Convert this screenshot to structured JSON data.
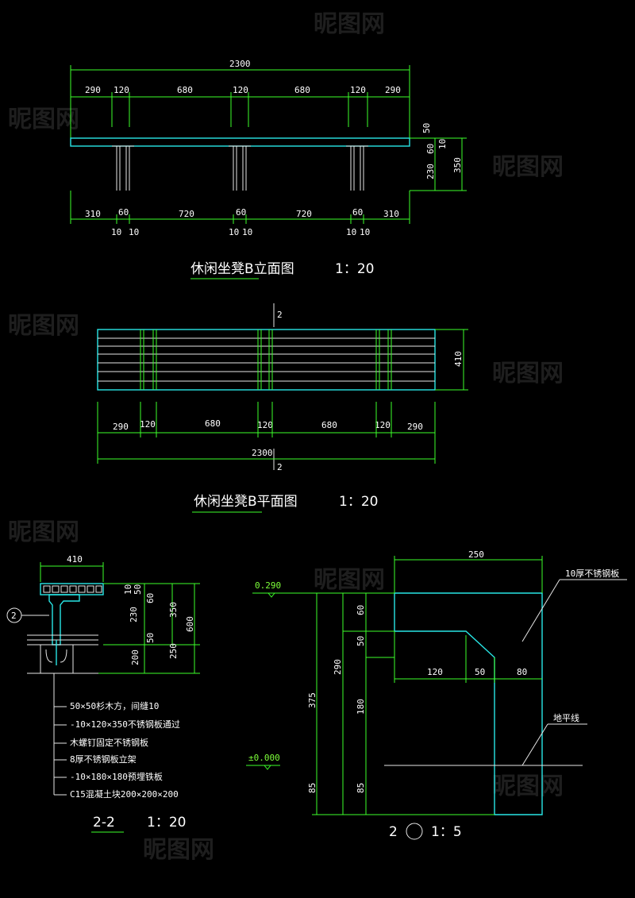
{
  "elevation": {
    "overall": "2300",
    "top_dims": [
      "290",
      "120",
      "680",
      "120",
      "680",
      "120",
      "290"
    ],
    "bottom_dims": [
      "310",
      "60",
      "720",
      "60",
      "720",
      "60",
      "310"
    ],
    "bottom_small": [
      "10",
      "10",
      "10",
      "10",
      "10",
      "10"
    ],
    "right_dims": [
      "50",
      "60",
      "10",
      "230",
      "350"
    ],
    "title": "休闲坐凳B立面图",
    "scale": "1：20"
  },
  "plan": {
    "overall": "2300",
    "dims": [
      "290",
      "120",
      "680",
      "120",
      "680",
      "120",
      "290"
    ],
    "depth": "410",
    "cut_top": "2",
    "cut_bottom": "2",
    "title": "休闲坐凳B平面图",
    "scale": "1：20"
  },
  "section": {
    "width": "410",
    "marker": "2",
    "dims_a": [
      "10",
      "50",
      "60",
      "230",
      "50",
      "200"
    ],
    "dims_b": [
      "350",
      "250"
    ],
    "dim_total": "600",
    "notes": [
      "50×50杉木方，间缝10",
      "-10×120×350不锈钢板通过",
      "木螺钉固定不锈钢板",
      "8厚不锈钢板立架",
      "-10×180×180预埋铁板",
      "C15混凝土块200×200×200"
    ],
    "title": "2-2",
    "scale": "1：20"
  },
  "detail": {
    "top_width": "250",
    "label_plate": "10厚不锈钢板",
    "label_ground": "地平线",
    "level_top": "0.290",
    "level_zero": "±0.000",
    "dims_inner": [
      "60",
      "50",
      "290",
      "180",
      "85"
    ],
    "dims_outer": [
      "375",
      "85"
    ],
    "dims_horizontal": [
      "120",
      "50",
      "80"
    ],
    "title_num": "2",
    "scale": "1：5"
  },
  "watermark": "昵图网"
}
